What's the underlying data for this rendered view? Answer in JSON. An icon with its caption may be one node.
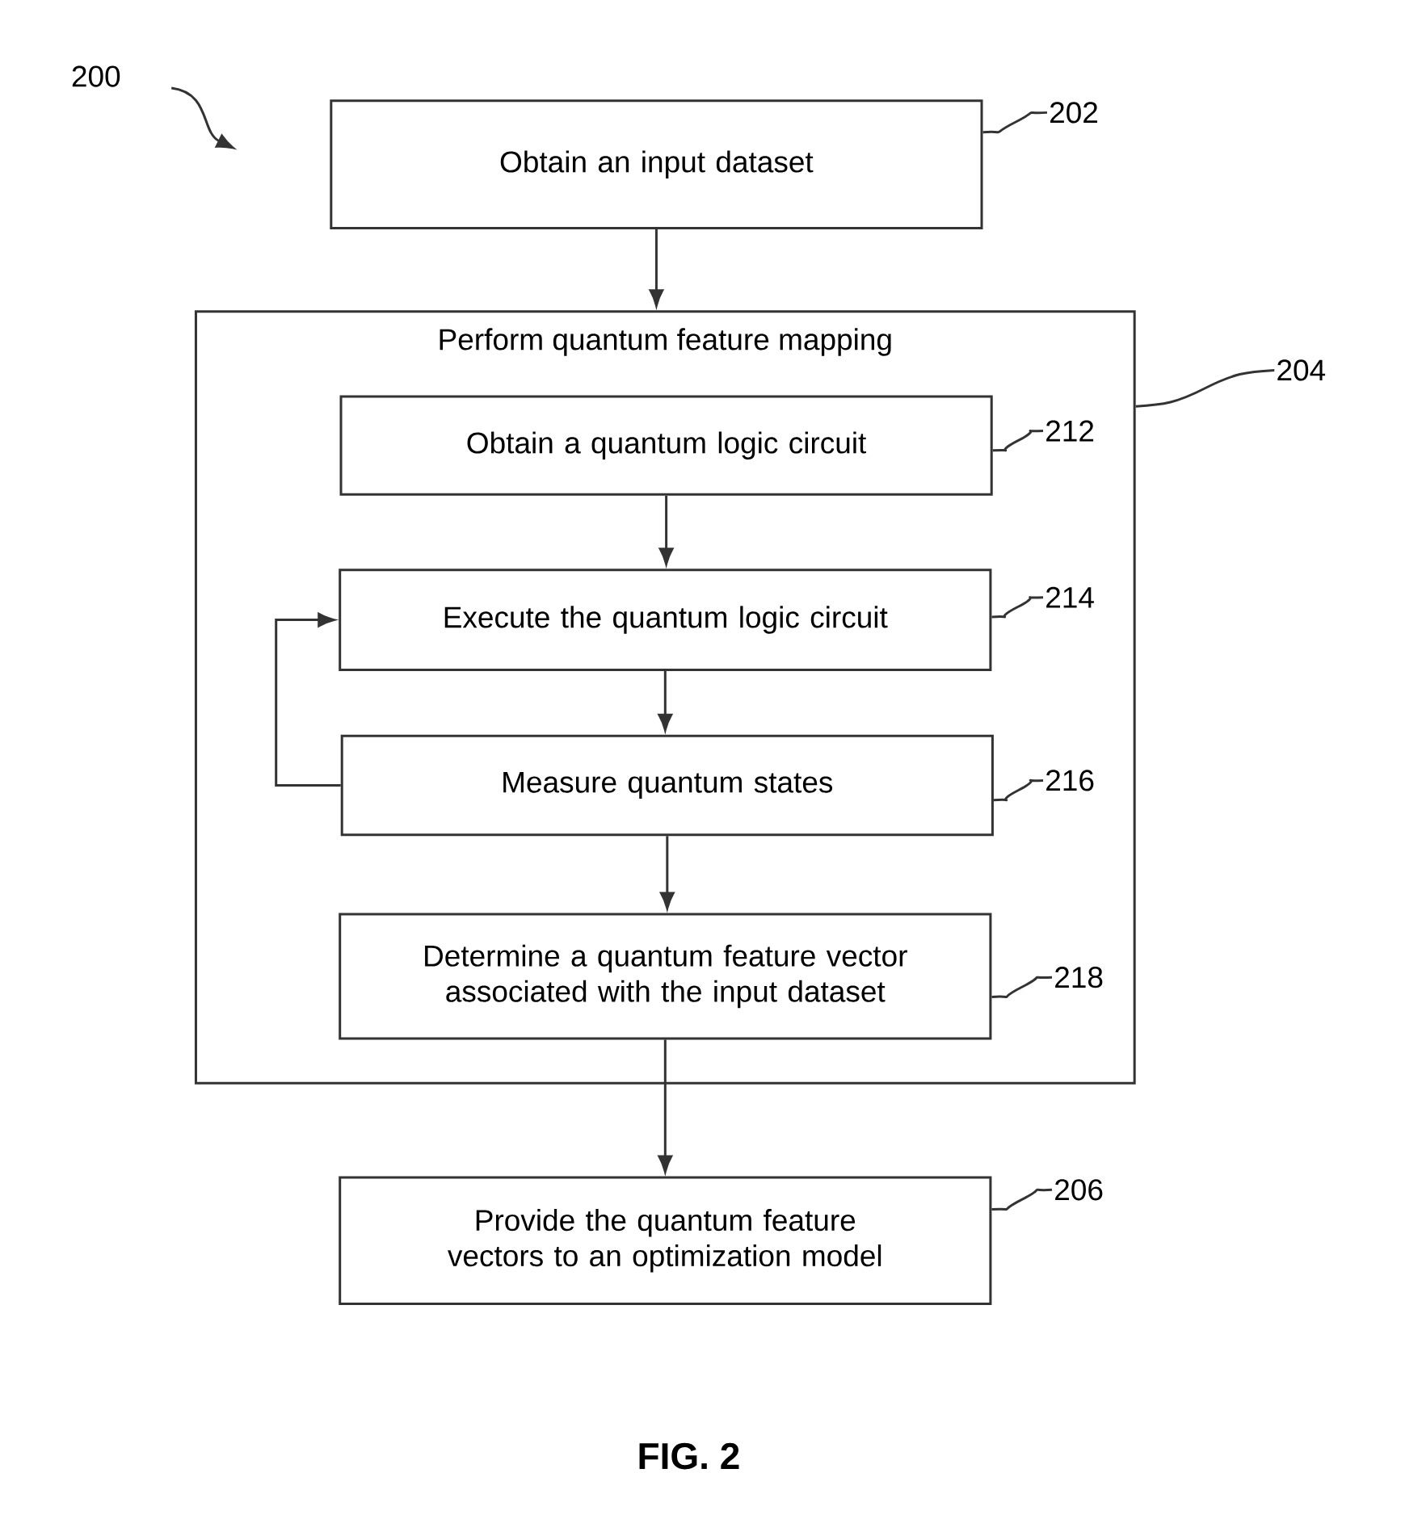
{
  "diagram": {
    "caption": "FIG. 2",
    "nodes": [
      {
        "text": [
          "Obtain an input dataset"
        ]
      },
      {
        "text": [
          "202"
        ]
      },
      {
        "text": [
          "Perform quantum feature mapping"
        ]
      },
      {
        "text": [
          "204"
        ]
      },
      {
        "text": [
          "Obtain a quantum logic circuit"
        ],
        "in": 2
      },
      {
        "text": [
          "212"
        ],
        "in": 2
      },
      {
        "text": [
          "Execute the quantum logic circuit"
        ],
        "in": 2
      },
      {
        "text": [
          "214"
        ],
        "in": 2
      },
      {
        "text": [
          "Measure quantum states"
        ],
        "in": 2
      },
      {
        "text": [
          "216"
        ],
        "in": 2
      },
      {
        "text": [
          "Determine a quantum feature vector associated with the input dataset"
        ],
        "in": 2
      },
      {
        "text": [
          "218"
        ],
        "in": 2
      },
      {
        "text": [
          "Provide the quantum feature vectors to an optimization model"
        ]
      },
      {
        "text": [
          "206"
        ]
      }
    ],
    "edges": [
      {
        "from": 0,
        "to": 2,
        "arrow": "to"
      },
      {
        "from": 4,
        "to": 6,
        "arrow": "to"
      },
      {
        "from": 6,
        "to": 8,
        "arrow": "to"
      },
      {
        "from": 8,
        "to": 6,
        "arrow": "to"
      },
      {
        "from": 8,
        "to": 10,
        "arrow": "to"
      },
      {
        "from": 10,
        "to": 12,
        "arrow": "to"
      },
      {
        "from": 1,
        "to": 0,
        "arrow": "none"
      },
      {
        "from": 3,
        "to": 2,
        "arrow": "none"
      },
      {
        "from": 5,
        "to": 4,
        "arrow": "none"
      },
      {
        "from": 7,
        "to": 6,
        "arrow": "none"
      },
      {
        "from": 9,
        "to": 8,
        "arrow": "none"
      },
      {
        "from": 11,
        "to": 10,
        "arrow": "none"
      },
      {
        "from": 13,
        "to": 12,
        "arrow": "none"
      }
    ],
    "labels": [
      "200"
    ]
  }
}
